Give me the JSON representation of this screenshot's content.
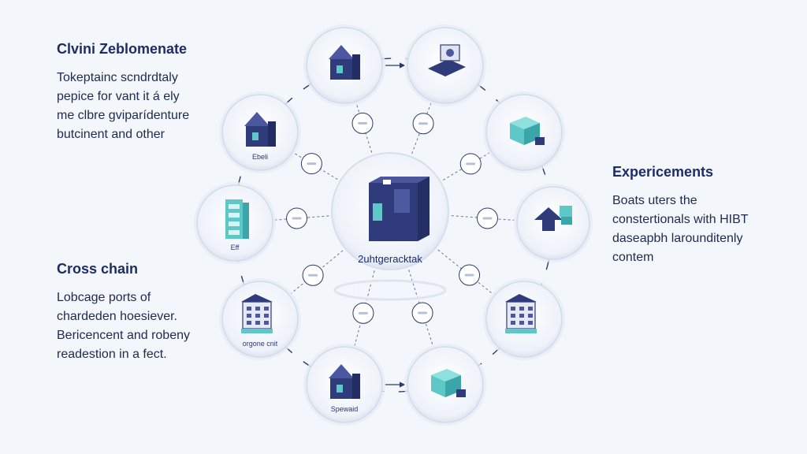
{
  "left_top": {
    "title": "Clvini Zeblomenate",
    "lines": [
      "Tokeptainc scndrdtaly",
      "pepice for vant it á ely",
      "me clbre gviparídenture",
      "butcinent and other"
    ]
  },
  "left_bottom": {
    "title": "Cross chain",
    "lines": [
      "Lobcage ports of",
      "chardeden hoesiever.",
      "Bericencent and robeny",
      "readestion in a fect."
    ]
  },
  "right_mid": {
    "title": "Expericements",
    "lines": [
      "Boats uters the",
      "constertionals with HIBT",
      "daseapbh larounditenly",
      "contem"
    ]
  },
  "hub": {
    "label": "2uhtgeracktak"
  },
  "nodes": [
    {
      "id": "n1",
      "label": ""
    },
    {
      "id": "n2",
      "label": ""
    },
    {
      "id": "n3",
      "label": ""
    },
    {
      "id": "n4",
      "label": ""
    },
    {
      "id": "n5",
      "label": ""
    },
    {
      "id": "n6",
      "label": "Ebeli"
    },
    {
      "id": "n7",
      "label": "Eff"
    },
    {
      "id": "n8",
      "label": "orgone cnit"
    },
    {
      "id": "n9",
      "label": "Spewaid"
    },
    {
      "id": "n10",
      "label": ""
    }
  ],
  "colors": {
    "navy": "#2f3b7a",
    "teal": "#5ec8c8",
    "ring": "#dfe6f3",
    "line": "#2c3a6a"
  }
}
